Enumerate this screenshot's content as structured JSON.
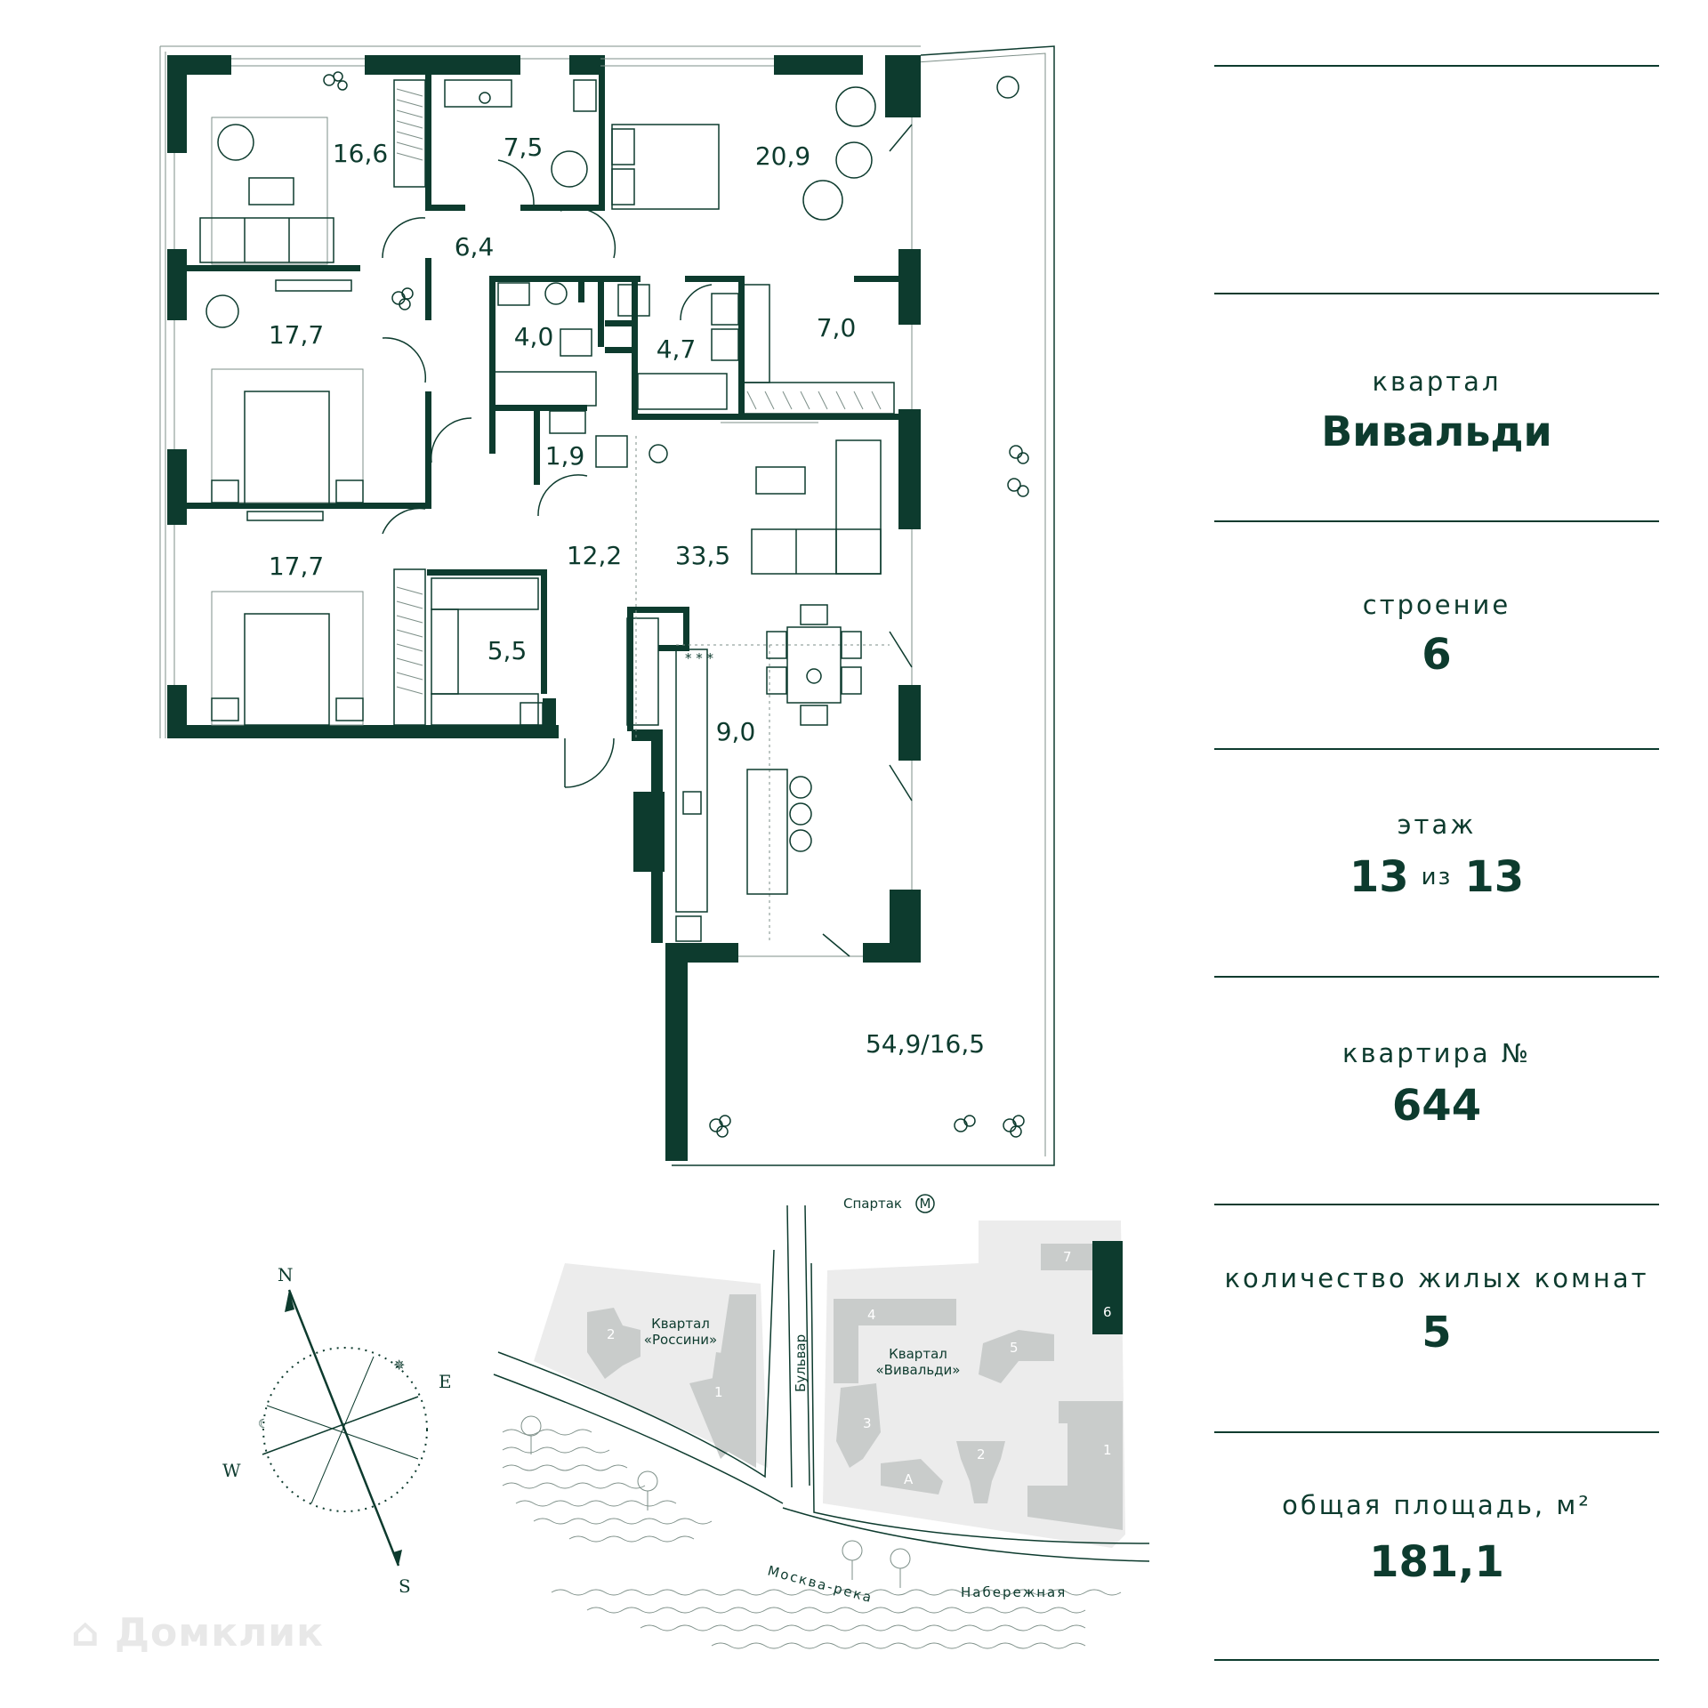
{
  "plan": {
    "rooms": [
      {
        "area": "16,6"
      },
      {
        "area": "7,5"
      },
      {
        "area": "20,9"
      },
      {
        "area": "6,4"
      },
      {
        "area": "17,7"
      },
      {
        "area": "4,0"
      },
      {
        "area": "4,7"
      },
      {
        "area": "7,0"
      },
      {
        "area": "1,9"
      },
      {
        "area": "12,2"
      },
      {
        "area": "33,5"
      },
      {
        "area": "17,7"
      },
      {
        "area": "5,5"
      },
      {
        "area": "9,0"
      },
      {
        "area": "54,9/16,5"
      }
    ]
  },
  "info": {
    "quarter_label": "квартал",
    "quarter_value": "Вивальди",
    "building_label": "строение",
    "building_value": "6",
    "floor_label": "этаж",
    "floor_current": "13",
    "floor_separator": "из",
    "floor_total": "13",
    "apartment_label": "квартира №",
    "apartment_value": "644",
    "rooms_label": "количество жилых комнат",
    "rooms_value": "5",
    "area_label": "общая площадь, м²",
    "area_value": "181,1"
  },
  "compass": {
    "north": "N",
    "east": "E",
    "south": "S",
    "west": "W"
  },
  "map": {
    "metro_station": "Спартак",
    "metro_symbol": "М",
    "boulevard": "Бульвар",
    "river": "Москва-река",
    "embankment": "Набережная",
    "quarter_rossini": "Квартал «Россини»",
    "quarter_vivaldi": "Квартал «Вивальди»",
    "buildings_rossini": [
      "2",
      "1"
    ],
    "buildings_vivaldi": [
      "7",
      "6",
      "4",
      "5",
      "3",
      "2",
      "A",
      "1"
    ]
  },
  "watermark": "Домклик",
  "colors": {
    "primary": "#0d3b2e",
    "map_building": "#c9cccb",
    "map_block": "#ececec"
  }
}
